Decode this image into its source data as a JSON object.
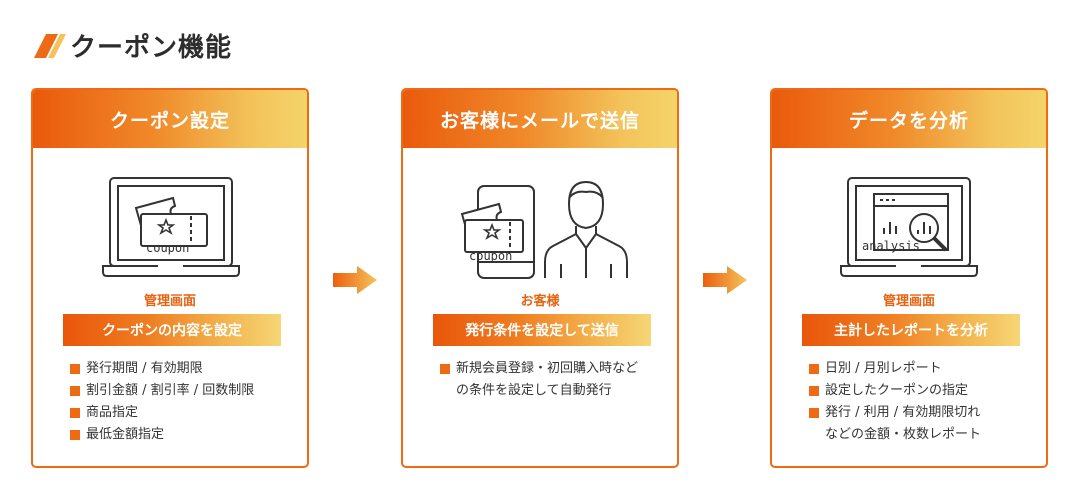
{
  "page_title": "クーポン機能",
  "colors": {
    "accent": "#ee6a14",
    "accent_light": "#f4d46a",
    "text": "#333333"
  },
  "cards": [
    {
      "header": "クーポン設定",
      "illustration": "laptop-coupon-icon",
      "illustration_text": "coupon",
      "role": "管理画面",
      "band": "クーポンの内容を設定",
      "items": [
        "発行期間 / 有効期限",
        "割引金額 / 割引率 / 回数制限",
        "商品指定",
        "最低金額指定"
      ]
    },
    {
      "header": "お客様にメールで送信",
      "illustration": "phone-coupon-customer-icon",
      "illustration_text": "coupon",
      "role": "お客様",
      "band": "発行条件を設定して送信",
      "items": [
        "新規会員登録・初回購入時など",
        "の条件を設定して自動発行"
      ]
    },
    {
      "header": "データを分析",
      "illustration": "laptop-analysis-icon",
      "illustration_text": "analysis",
      "role": "管理画面",
      "band": "主計したレポートを分析",
      "items": [
        "日別 / 月別レポート",
        "設定したクーポンの指定",
        "発行 / 利用 / 有効期限切れ",
        "などの金額・枚数レポート"
      ]
    }
  ]
}
